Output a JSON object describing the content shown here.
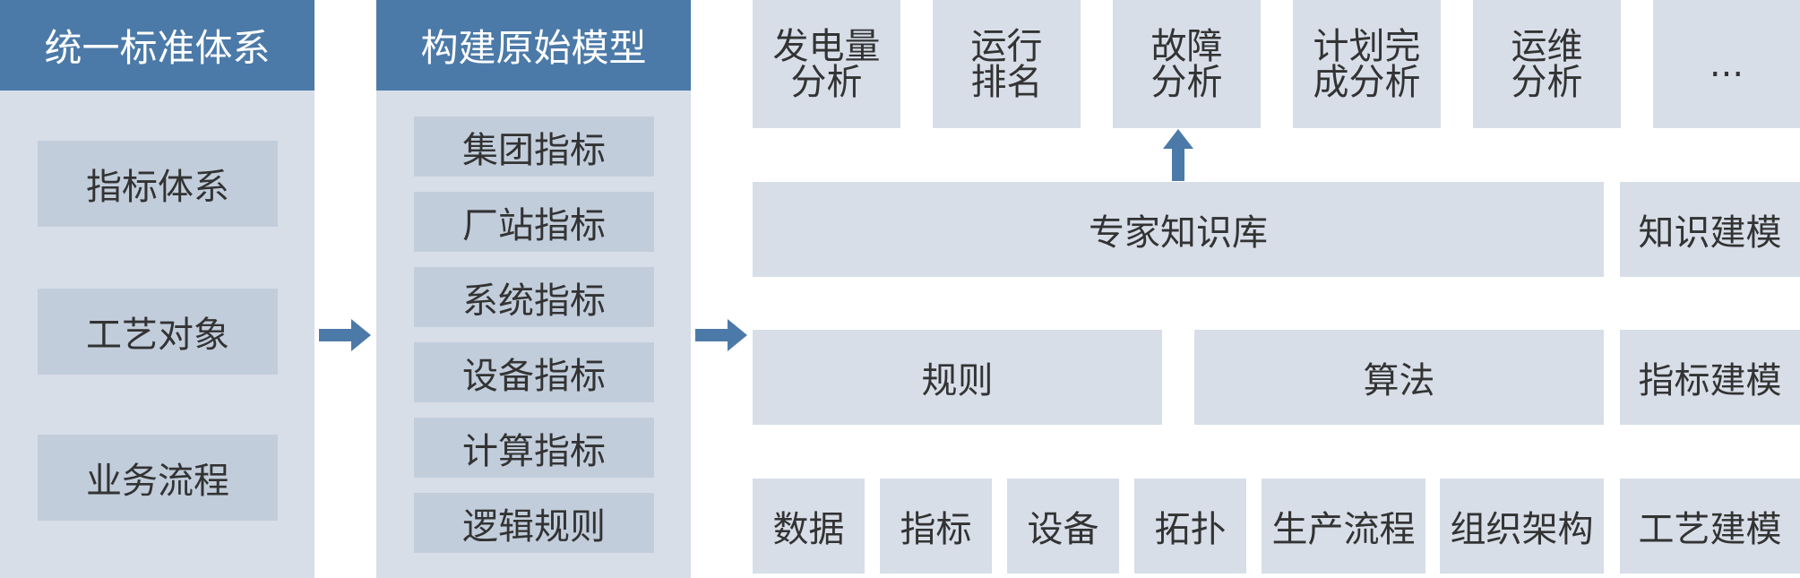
{
  "colors": {
    "header_bg": "#4c7aa8",
    "panel_bg": "#d7dee8",
    "inner_box_bg": "#c2cddb",
    "arrow": "#4c7aa8",
    "text": "#333333"
  },
  "col1": {
    "title": "统一标准体系",
    "items": [
      "指标体系",
      "工艺对象",
      "业务流程"
    ]
  },
  "col2": {
    "title": "构建原始模型",
    "items": [
      "集团指标",
      "厂站指标",
      "系统指标",
      "设备指标",
      "计算指标",
      "逻辑规则"
    ]
  },
  "applications": [
    {
      "line1": "发电量",
      "line2": "分析"
    },
    {
      "line1": "运行",
      "line2": "排名"
    },
    {
      "line1": "故障",
      "line2": "分析"
    },
    {
      "line1": "计划完",
      "line2": "成分析"
    },
    {
      "line1": "运维",
      "line2": "分析"
    },
    {
      "line1": "...",
      "line2": ""
    }
  ],
  "knowledge": {
    "expert_base": "专家知识库",
    "modeling": "知识建模"
  },
  "indicator_layer": {
    "rules": "规则",
    "algorithms": "算法",
    "modeling": "指标建模"
  },
  "process_layer": {
    "items": [
      "数据",
      "指标",
      "设备",
      "拓扑",
      "生产流程",
      "组织架构"
    ],
    "modeling": "工艺建模"
  },
  "icons": {
    "right_arrow": "right-arrow-icon",
    "up_arrow": "up-arrow-icon"
  }
}
